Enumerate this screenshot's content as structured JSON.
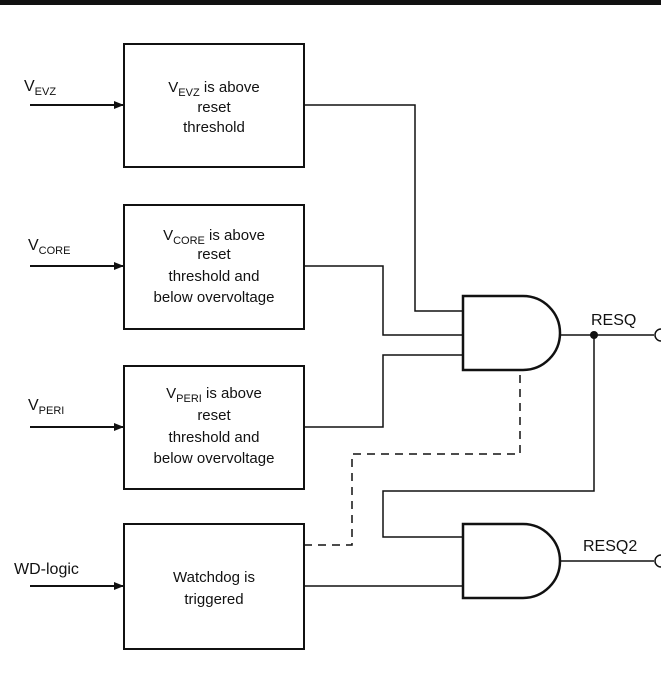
{
  "blocks": {
    "evz": {
      "input_main": "V",
      "input_sub": "EVZ",
      "l1_main": "V",
      "l1_sub": "EVZ",
      "l1_rest": " is above",
      "l2": "reset",
      "l3": "threshold"
    },
    "core": {
      "input_main": "V",
      "input_sub": "CORE",
      "l1_main": "V",
      "l1_sub": "CORE",
      "l1_rest": " is above",
      "l2": "reset",
      "l3": "threshold and",
      "l4": "below overvoltage"
    },
    "peri": {
      "input_main": "V",
      "input_sub": "PERI",
      "l1_main": "V",
      "l1_sub": "PERI",
      "l1_rest": " is above",
      "l2": "reset",
      "l3": "threshold and",
      "l4": "below overvoltage"
    },
    "wd": {
      "input_label": "WD-logic",
      "l1": "Watchdog is",
      "l2": "triggered"
    }
  },
  "outputs": {
    "resq": "RESQ",
    "resq2": "RESQ2"
  }
}
